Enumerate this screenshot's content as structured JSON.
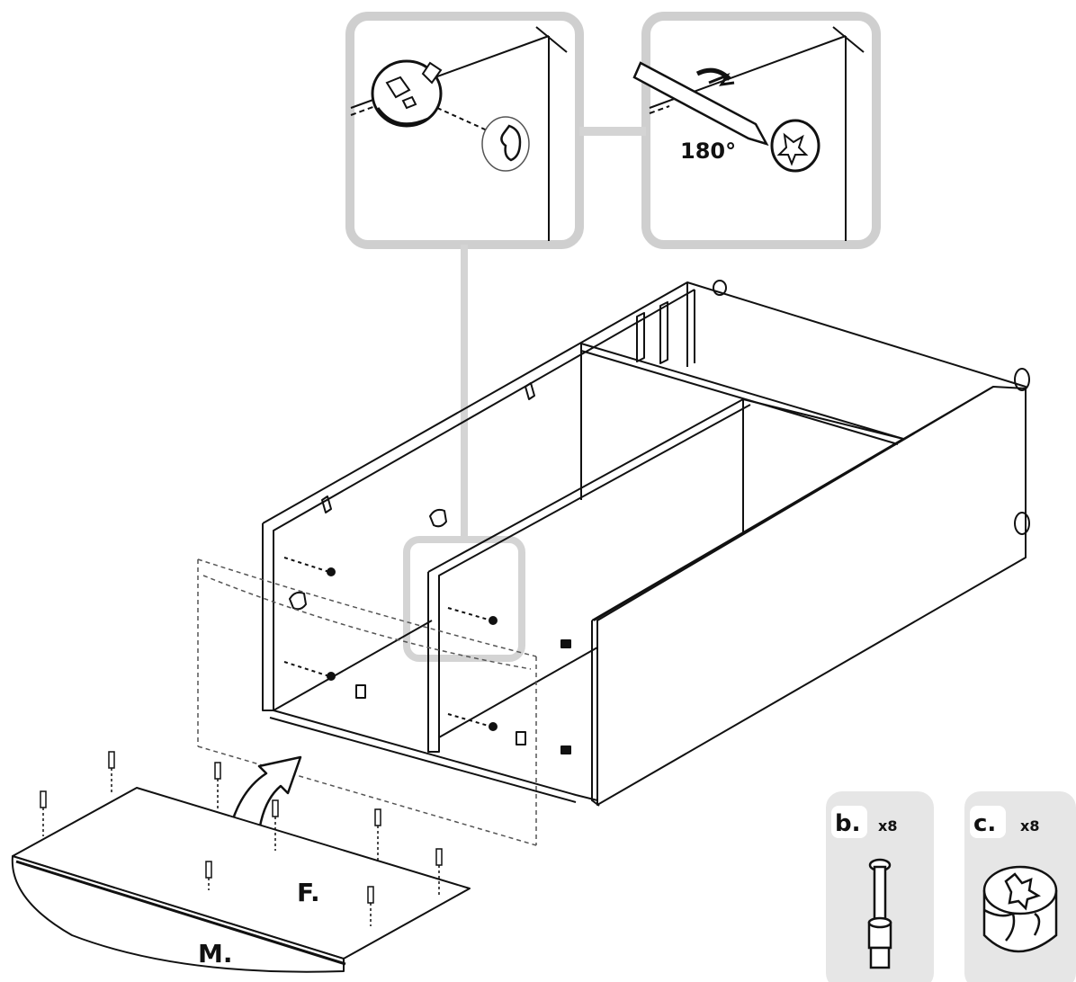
{
  "colors": {
    "ink": "#111111",
    "panel_border": "#cfcfcf",
    "connector": "#d4d4d4",
    "parts_bg": "#e6e6e6",
    "panel_fill": "#ffffff"
  },
  "details": {
    "left": {
      "icon": "cam-lock-insert-icon"
    },
    "right": {
      "angle_label": "180°",
      "icon": "screwdriver-rotate-icon"
    }
  },
  "pieces": {
    "base_panel": "F.",
    "front_panel": "M."
  },
  "parts": [
    {
      "letter": "b.",
      "quantity": "x8",
      "icon": "dowel-pin-icon"
    },
    {
      "letter": "c.",
      "quantity": "x8",
      "icon": "cam-lock-icon"
    }
  ]
}
